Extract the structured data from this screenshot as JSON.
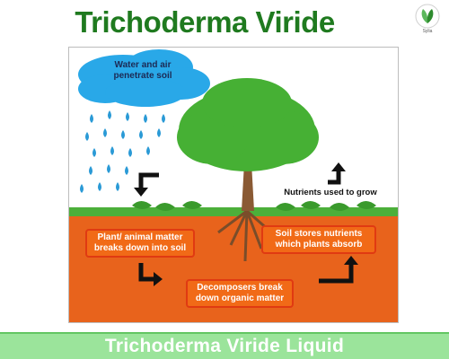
{
  "header": {
    "title": "Trichoderma Viride",
    "logo_text": "Sylia"
  },
  "diagram": {
    "cloud_label": "Water and air penetrate soil",
    "nutrients_label": "Nutrients used to grow",
    "plant_box_label": "Plant/ animal matter breaks down into soil",
    "soil_box_label": "Soil stores nutrients which plants absorb",
    "decomposer_box_label": "Decomposers break down organic matter",
    "icons": [
      "cloud-icon",
      "raindrop-icon",
      "tree-icon",
      "leaf-icon",
      "arrow-icon"
    ]
  },
  "footer": {
    "banner_text": "Trichoderma Viride Liquid"
  },
  "colors": {
    "title_green": "#1f7a1f",
    "soil_orange": "#e8631c",
    "box_orange": "#f16a17",
    "sky": "#ffffff",
    "cloud_blue": "#29a8e8",
    "tree_green": "#46b034",
    "banner_green": "#9be49b"
  }
}
